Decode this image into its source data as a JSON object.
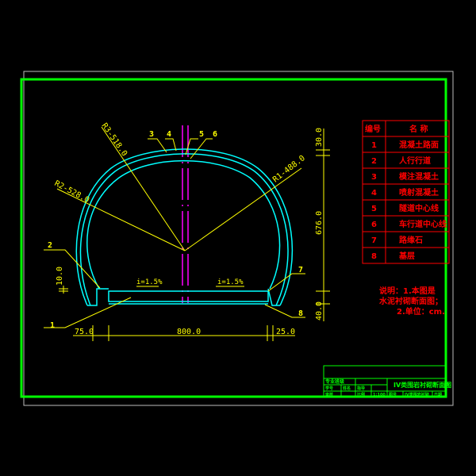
{
  "drawing": {
    "radius_labels": [
      "R3-518.0",
      "R2-528.0",
      "R1-488.0"
    ],
    "slope_labels": [
      "i=1.5%",
      "i=1.5%"
    ],
    "callouts": [
      "1",
      "2",
      "3",
      "4",
      "5",
      "6",
      "7",
      "8"
    ],
    "dims_vertical": [
      "30.0",
      "676.0",
      "40.0",
      "10.0"
    ],
    "dims_horizontal": [
      "75.0",
      "800.0",
      "25.0"
    ]
  },
  "legend": {
    "header": [
      "编号",
      "名  称"
    ],
    "rows": [
      {
        "no": "1",
        "name": "混凝土路面"
      },
      {
        "no": "2",
        "name": "人行行道"
      },
      {
        "no": "3",
        "name": "模注混凝土"
      },
      {
        "no": "4",
        "name": "喷射混凝土"
      },
      {
        "no": "5",
        "name": "隧道中心线"
      },
      {
        "no": "6",
        "name": "车行道中心线"
      },
      {
        "no": "7",
        "name": "路缘石"
      },
      {
        "no": "8",
        "name": "基层"
      }
    ]
  },
  "notes": {
    "line1": "说明：1.本图是",
    "line2": "水泥衬砌断面图；",
    "line3": "2.单位：cm."
  },
  "title_block": {
    "title": "IV类围岩衬砌断面图",
    "class_label": "专业班级",
    "r2": [
      "学号",
      "姓名",
      "指导"
    ],
    "r3": [
      "审核",
      "比例",
      "1:100",
      "图号",
      "IV类围岩衬砌",
      "日期"
    ]
  },
  "colors": {
    "frame": "#00ff00",
    "lining": "#00ffff",
    "annotation": "#ffff00",
    "centerline": "#ff00ff",
    "table": "#ff0000"
  }
}
